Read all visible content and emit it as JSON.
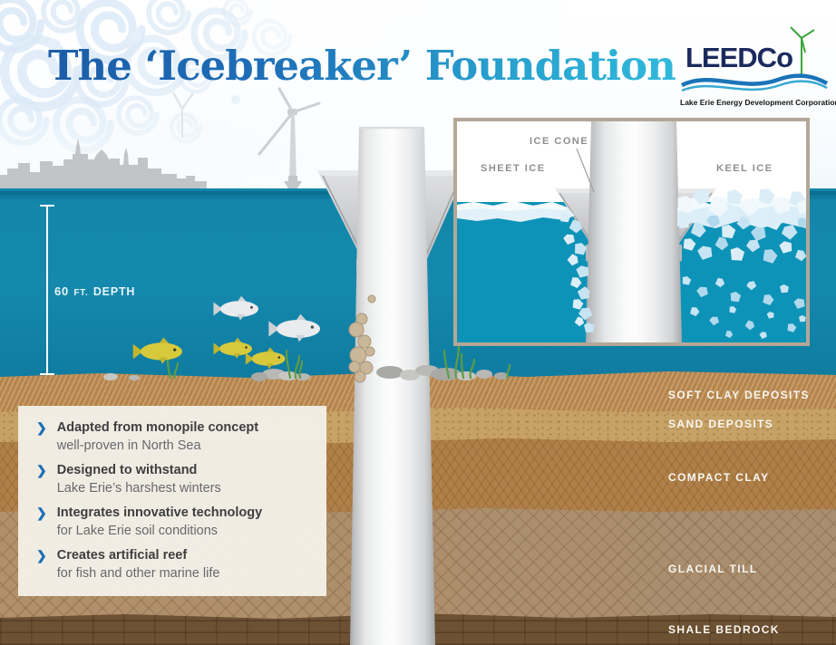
{
  "title": "The ‘Icebreaker’ Foundation",
  "logo": {
    "name": "LEEDCo",
    "tagline": "Lake Erie Energy Development Corporation"
  },
  "depth": {
    "value": "60",
    "unit": "FT.",
    "word": "DEPTH"
  },
  "inset": {
    "ice_cone": "ICE CONE",
    "sheet_ice": "SHEET ICE",
    "keel_ice": "KEEL ICE"
  },
  "panel": {
    "bullet": "❯",
    "items": [
      {
        "title": "Adapted from monopile concept",
        "subtitle": "well-proven in North Sea"
      },
      {
        "title": "Designed to withstand",
        "subtitle": "Lake Erie’s harshest winters"
      },
      {
        "title": "Integrates innovative technology",
        "subtitle": "for Lake Erie soil conditions"
      },
      {
        "title": "Creates artificial reef",
        "subtitle": "for fish and other marine life"
      }
    ]
  },
  "soil_layers": [
    {
      "label": "SOFT CLAY DEPOSITS"
    },
    {
      "label": "SAND DEPOSITS"
    },
    {
      "label": "COMPACT CLAY"
    },
    {
      "label": "GLACIAL TILL"
    },
    {
      "label": "SHALE BEDROCK"
    }
  ],
  "colors": {
    "title_gradient_start": "#1b5ca8",
    "title_gradient_end": "#30b9dc",
    "water": "#1489ad",
    "inset_water": "#0e93b8",
    "ice": "#d6ecf7",
    "chevron_blue": "#1a6fb5",
    "panel_bg": "#f3efe7",
    "soft_clay": "#b5854d",
    "sand": "#c7a267",
    "compact_clay": "#b08049",
    "glacial_till": "#ae9070",
    "shale_bedrock": "#6d5133",
    "logo_navy": "#1b2a5e",
    "logo_green": "#3aa53c"
  }
}
